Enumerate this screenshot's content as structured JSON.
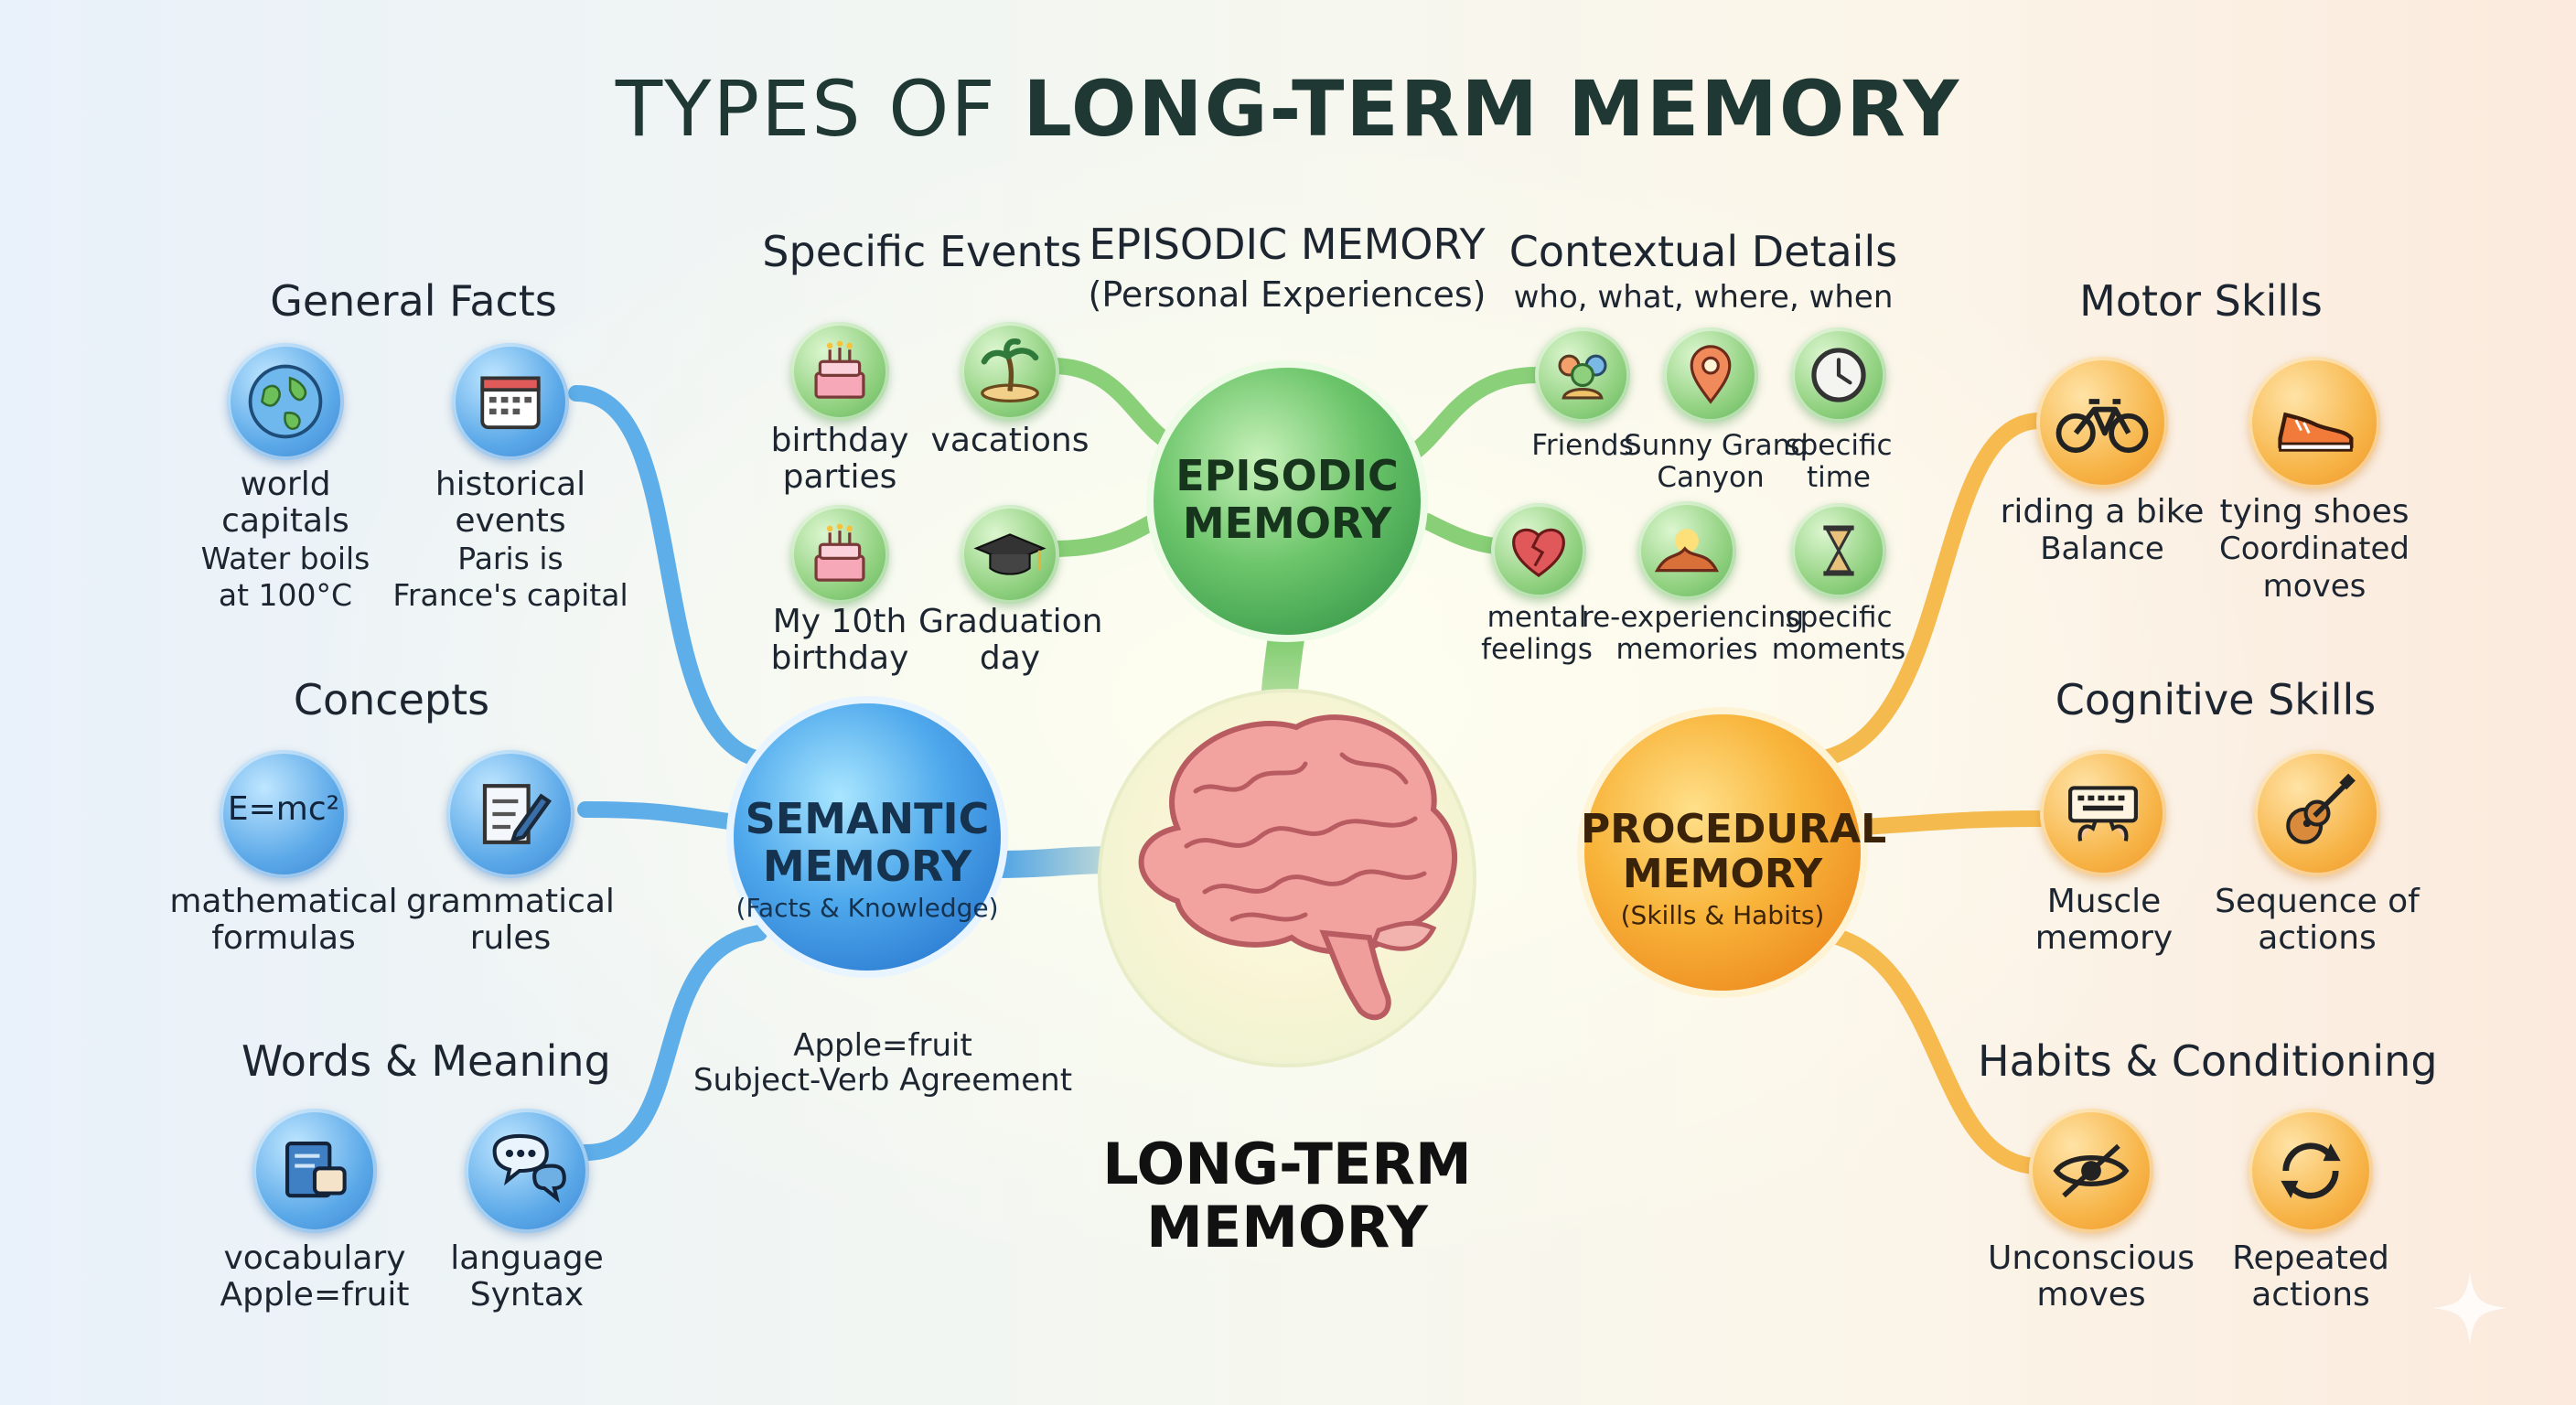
{
  "title": {
    "prefix": "TYPES OF ",
    "bold": "LONG-TERM MEMORY"
  },
  "colors": {
    "semantic": "#3b8fdc",
    "episodic": "#5cb85c",
    "procedural": "#f0a030",
    "title": "#1f3833"
  },
  "center": {
    "label_line1": "LONG-TERM",
    "label_line2": "MEMORY",
    "icon": "brain-icon"
  },
  "episodic": {
    "hub_line1": "EPISODIC",
    "hub_line2": "MEMORY",
    "heading": "EPISODIC MEMORY",
    "heading_sub": "(Personal Experiences)",
    "specific_events": {
      "heading": "Specific Events",
      "items": [
        {
          "icon": "birthday-cake-icon",
          "line1": "birthday",
          "line2": "parties"
        },
        {
          "icon": "palm-island-icon",
          "line1": "vacations",
          "line2": ""
        },
        {
          "icon": "birthday-cake-icon",
          "line1": "My 10th",
          "line2": "birthday"
        },
        {
          "icon": "graduation-cap-icon",
          "line1": "Graduation",
          "line2": "day"
        }
      ]
    },
    "contextual_details": {
      "heading": "Contextual Details",
      "subheading": "who, what, where, when",
      "items": [
        {
          "icon": "people-icon",
          "line1": "Friends",
          "line2": ""
        },
        {
          "icon": "map-pin-icon",
          "line1": "Sunny Grand",
          "line2": "Canyon"
        },
        {
          "icon": "clock-icon",
          "line1": "specific",
          "line2": "time"
        },
        {
          "icon": "broken-heart-icon",
          "line1": "mental",
          "line2": "feelings"
        },
        {
          "icon": "canyon-sunset-icon",
          "line1": "re-experiencing",
          "line2": "memories"
        },
        {
          "icon": "hourglass-icon",
          "line1": "specific",
          "line2": "moments"
        }
      ]
    }
  },
  "semantic": {
    "hub_line1": "SEMANTIC",
    "hub_line2": "MEMORY",
    "hub_sub": "(Facts & Knowledge)",
    "examples": {
      "line1": "Apple=fruit",
      "line2": "Subject-Verb Agreement"
    },
    "general_facts": {
      "heading": "General Facts",
      "items": [
        {
          "icon": "globe-icon",
          "line1": "world",
          "line2": "capitals",
          "line3": "Water boils",
          "line4": "at 100°C"
        },
        {
          "icon": "calendar-icon",
          "line1": "historical",
          "line2": "events",
          "line3": "Paris is",
          "line4": "France's capital"
        }
      ]
    },
    "concepts": {
      "heading": "Concepts",
      "items": [
        {
          "icon": "formula-icon",
          "icon_text": "E=mc²",
          "line1": "mathematical",
          "line2": "formulas"
        },
        {
          "icon": "pencil-paper-icon",
          "line1": "grammatical",
          "line2": "rules"
        }
      ]
    },
    "words_meaning": {
      "heading": "Words & Meaning",
      "items": [
        {
          "icon": "book-icon",
          "line1": "vocabulary",
          "line2": "Apple=fruit"
        },
        {
          "icon": "speech-bubbles-icon",
          "line1": "language",
          "line2": "Syntax"
        }
      ]
    }
  },
  "procedural": {
    "hub_line1": "PROCEDURAL",
    "hub_line2": "MEMORY",
    "hub_sub": "(Skills & Habits)",
    "motor_skills": {
      "heading": "Motor Skills",
      "items": [
        {
          "icon": "bicycle-icon",
          "line1": "riding a bike",
          "line2": "Balance"
        },
        {
          "icon": "sneaker-icon",
          "line1": "tying shoes",
          "line2": "Coordinated",
          "line3": "moves"
        }
      ]
    },
    "cognitive_skills": {
      "heading": "Cognitive Skills",
      "items": [
        {
          "icon": "typing-hands-icon",
          "line1": "Muscle",
          "line2": "memory"
        },
        {
          "icon": "guitar-icon",
          "line1": "Sequence of",
          "line2": "actions"
        }
      ]
    },
    "habits": {
      "heading": "Habits & Conditioning",
      "items": [
        {
          "icon": "eye-slash-icon",
          "line1": "Unconscious",
          "line2": "moves"
        },
        {
          "icon": "repeat-arrows-icon",
          "line1": "Repeated",
          "line2": "actions"
        }
      ]
    }
  }
}
